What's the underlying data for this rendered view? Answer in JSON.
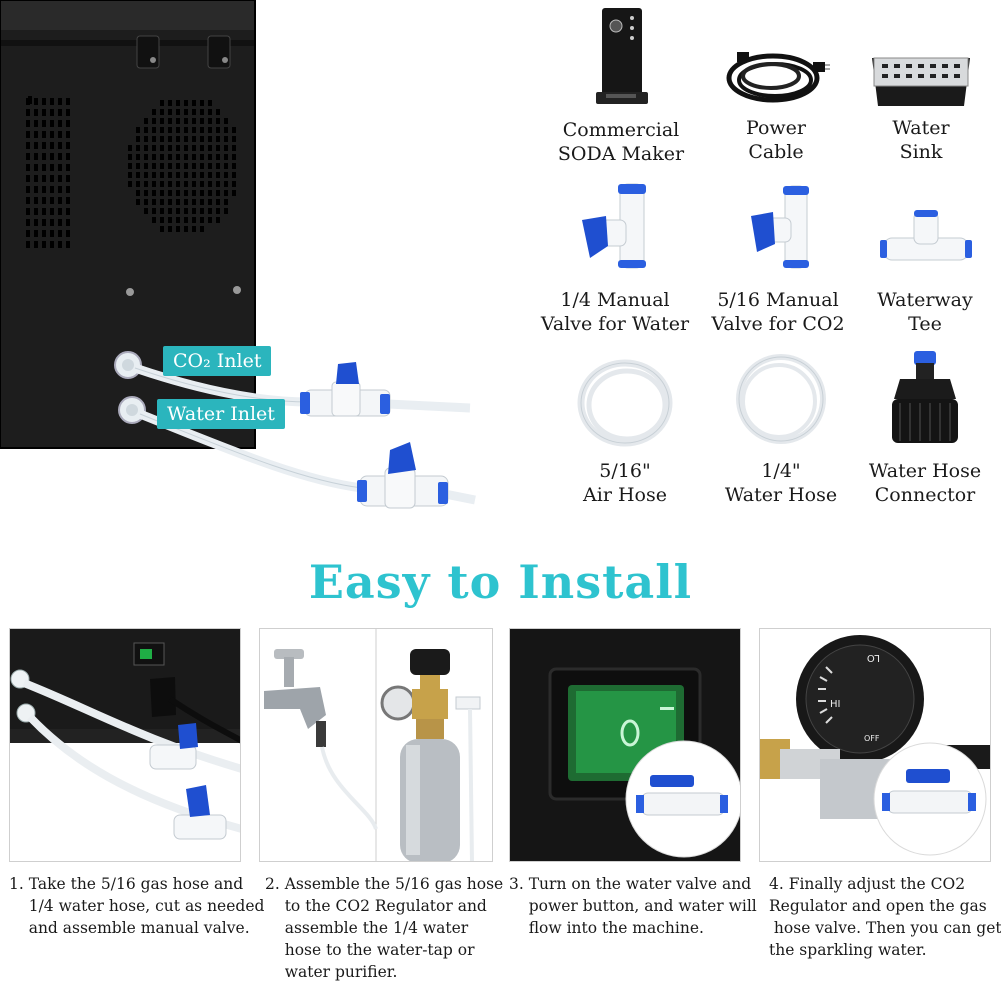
{
  "machine": {
    "co2_tag": "CO₂ Inlet",
    "water_tag": "Water Inlet"
  },
  "accessories": [
    {
      "line1": "Commercial",
      "line2": "SODA Maker",
      "icon": "soda-maker-icon"
    },
    {
      "line1": "Power",
      "line2": "Cable",
      "icon": "power-cable-icon"
    },
    {
      "line1": "Water",
      "line2": "Sink",
      "icon": "drip-tray-icon"
    },
    {
      "line1": "1/4 Manual",
      "line2": "Valve for Water",
      "icon": "water-valve-icon"
    },
    {
      "line1": "5/16 Manual",
      "line2": "Valve for CO2",
      "icon": "co2-valve-icon"
    },
    {
      "line1": "Waterway",
      "line2": "Tee",
      "icon": "tee-fitting-icon"
    },
    {
      "line1": "5/16\"",
      "line2": "Air Hose",
      "icon": "air-hose-icon"
    },
    {
      "line1": "1/4\"",
      "line2": "Water Hose",
      "icon": "water-hose-icon"
    },
    {
      "line1": "Water Hose",
      "line2": "Connector",
      "icon": "hose-connector-icon"
    }
  ],
  "heading": "Easy to Install",
  "steps": [
    {
      "lines": [
        "1. Take the 5/16 gas hose and",
        "    1/4 water hose, cut as needed",
        "    and assemble manual valve."
      ]
    },
    {
      "lines": [
        "2. Assemble the 5/16 gas hose",
        "    to the CO2 Regulator and",
        "    assemble the 1/4 water",
        "    hose to the water-tap or",
        "    water purifier."
      ]
    },
    {
      "lines": [
        "3. Turn on the water valve and",
        "    power button, and water will",
        "    flow into the machine."
      ]
    },
    {
      "lines": [
        "4. Finally adjust the CO2",
        "Regulator and open the gas",
        " hose valve. Then you can get",
        "the sparkling water."
      ]
    }
  ],
  "regulator_dial": {
    "hi": "HI",
    "lo": "LO",
    "off": "OFF"
  },
  "colors": {
    "accent": "#2ec3cf",
    "tag": "#2bb5bd",
    "valve_blue": "#1f4fd0",
    "machine": "#1b1b1b"
  }
}
